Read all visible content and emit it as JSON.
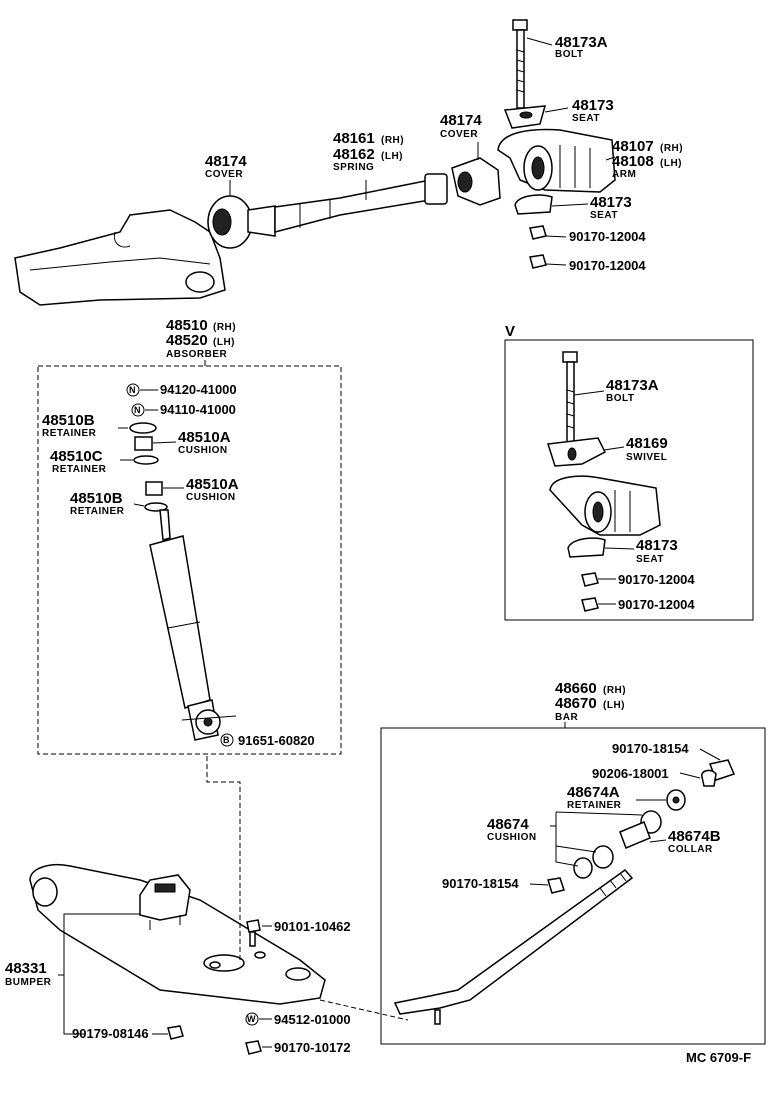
{
  "labels": {
    "bolt_top": {
      "pn": "48173A",
      "sub": "BOLT"
    },
    "seat_top": {
      "pn": "48173",
      "sub": "SEAT"
    },
    "cover_mid": {
      "pn": "48174",
      "sub": "COVER"
    },
    "spring": {
      "pn1": "48161",
      "pn1s": "(RH)",
      "pn2": "48162",
      "pn2s": "(LH)",
      "sub": "SPRING"
    },
    "cover_left": {
      "pn": "48174",
      "sub": "COVER"
    },
    "arm": {
      "pn1": "48107",
      "pn1s": "(RH)",
      "pn2": "48108",
      "pn2s": "(LH)",
      "sub": "ARM"
    },
    "seat_low": {
      "pn": "48173",
      "sub": "SEAT"
    },
    "nut_a": "90170-12004",
    "nut_b": "90170-12004",
    "absorber": {
      "pn1": "48510",
      "pn1s": "(RH)",
      "pn2": "48520",
      "pn2s": "(LH)",
      "sub": "ABSORBER"
    },
    "n1": {
      "mark": "N",
      "code": "94120-41000"
    },
    "n2": {
      "mark": "N",
      "code": "94110-41000"
    },
    "ret1": {
      "pn": "48510B",
      "sub": "RETAINER"
    },
    "cush1": {
      "pn": "48510A",
      "sub": "CUSHION"
    },
    "ret2": {
      "pn": "48510C",
      "sub": "RETAINER"
    },
    "cush2": {
      "pn": "48510A",
      "sub": "CUSHION"
    },
    "ret3": {
      "pn": "48510B",
      "sub": "RETAINER"
    },
    "b_bolt": {
      "mark": "B",
      "code": "91651-60820"
    },
    "v_mark": "V",
    "v_bolt": {
      "pn": "48173A",
      "sub": "BOLT"
    },
    "v_swivel": {
      "pn": "48169",
      "sub": "SWIVEL"
    },
    "v_seat": {
      "pn": "48173",
      "sub": "SEAT"
    },
    "v_nut_a": "90170-12004",
    "v_nut_b": "90170-12004",
    "bar": {
      "pn1": "48660",
      "pn1s": "(RH)",
      "pn2": "48670",
      "pn2s": "(LH)",
      "sub": "BAR"
    },
    "bar_nut": "90170-18154",
    "bar_washer": "90206-18001",
    "retainer_b": {
      "pn": "48674A",
      "sub": "RETAINER"
    },
    "cushion_b": {
      "pn": "48674",
      "sub": "CUSHION"
    },
    "collar": {
      "pn": "48674B",
      "sub": "COLLAR"
    },
    "bar_nut2": "90170-18154",
    "bumper": {
      "pn": "48331",
      "sub": "BUMPER"
    },
    "bolt_low": "90101-10462",
    "w_washer": {
      "mark": "W",
      "code": "94512-01000"
    },
    "nut_low": "90170-10172",
    "nut_left": "90179-08146",
    "footer": "MC  6709-F"
  }
}
